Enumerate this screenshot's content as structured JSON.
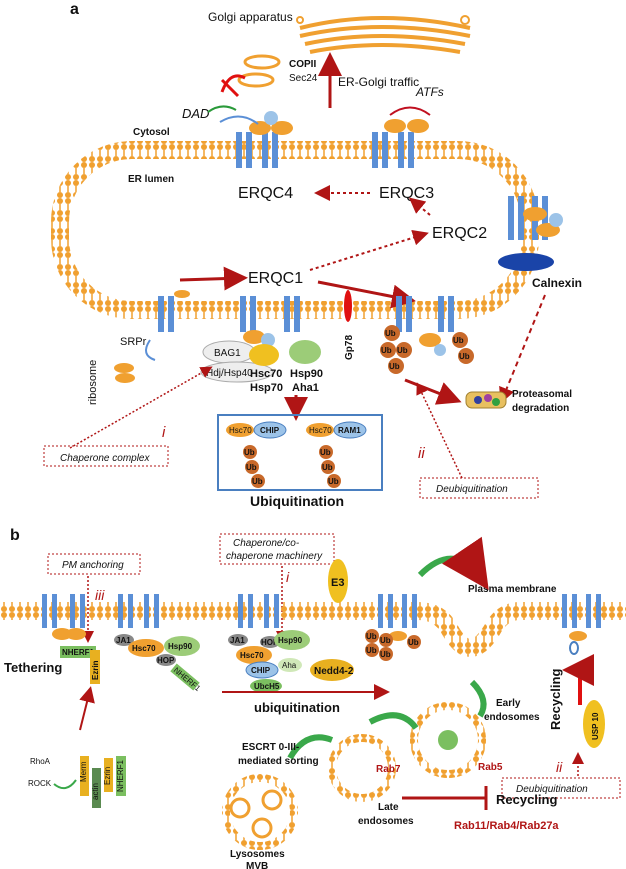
{
  "panel_a": {
    "label": "a",
    "golgi": "Golgi apparatus",
    "copii": "COPII",
    "sec24": "Sec24",
    "er_golgi": "ER-Golgi traffic",
    "dad": "DAD",
    "atfs": "ATFs",
    "cytosol": "Cytosol",
    "er_lumen": "ER lumen",
    "erqc4": "ERQC4",
    "erqc3": "ERQC3",
    "erqc2": "ERQC2",
    "erqc1": "ERQC1",
    "calnexin": "Calnexin",
    "srpr": "SRPr",
    "ribosome": "ribosome",
    "bag1": "BAG1",
    "hdj": "Hdj/Hsp40",
    "hsc70_hsp70": "Hsc70\nHsp70",
    "hsc70": "Hsc70",
    "hsp70": "Hsp70",
    "hsp90": "Hsp90",
    "aha1": "Aha1",
    "gp78": "Gp78",
    "ub": "Ub",
    "proteasomal_1": "Proteasomal",
    "proteasomal_2": "degradation",
    "chip": "CHIP",
    "ram1": "RAM1",
    "ubiquitination": "Ubiquitination",
    "roman_i": "i",
    "roman_ii": "ii",
    "chaperone_complex": "Chaperone complex",
    "deubiquitination": "Deubiquitination"
  },
  "panel_b": {
    "label": "b",
    "pm_anchoring": "PM anchoring",
    "roman_iii": "iii",
    "chap_co_1": "Chaperone/co-",
    "chap_co_2": "chaperone machinery",
    "roman_i": "i",
    "e3": "E3",
    "plasma_membrane": "Plasma membrane",
    "tethering": "Tethering",
    "nherf1": "NHERF1",
    "ezrin": "Ezrin",
    "ja1": "JA1",
    "hsc70": "Hsc70",
    "hop": "HOP",
    "hsp90": "Hsp90",
    "chip": "CHIP",
    "aha": "Aha",
    "ubch5": "UbcH5",
    "nedd4": "Nedd4-2",
    "ubiquitination": "ubiquitination",
    "rhoa": "RhoA",
    "rock": "ROCK",
    "merm": "Merm",
    "actin": "actin",
    "ub": "Ub",
    "recycling_v": "Recycling",
    "usp10": "USP 10",
    "roman_ii": "ii",
    "deubiquitination": "Deubiquitination",
    "early_1": "Early",
    "early_2": "endosomes",
    "rab5": "Rab5",
    "escrt_1": "ESCRT 0-III-",
    "escrt_2": "mediated sorting",
    "rab7": "Rab7",
    "late_1": "Late",
    "late_2": "endosomes",
    "recycling": "Recycling",
    "rab11": "Rab11/Rab4/Rab27a",
    "lysosomes": "Lysosomes",
    "mvb": "MVB"
  },
  "colors": {
    "membrane": "#f0a030",
    "protein": "#5b8fd6",
    "dark_red": "#b01515",
    "ub": "#c8692a",
    "green": "#3aa84a"
  }
}
